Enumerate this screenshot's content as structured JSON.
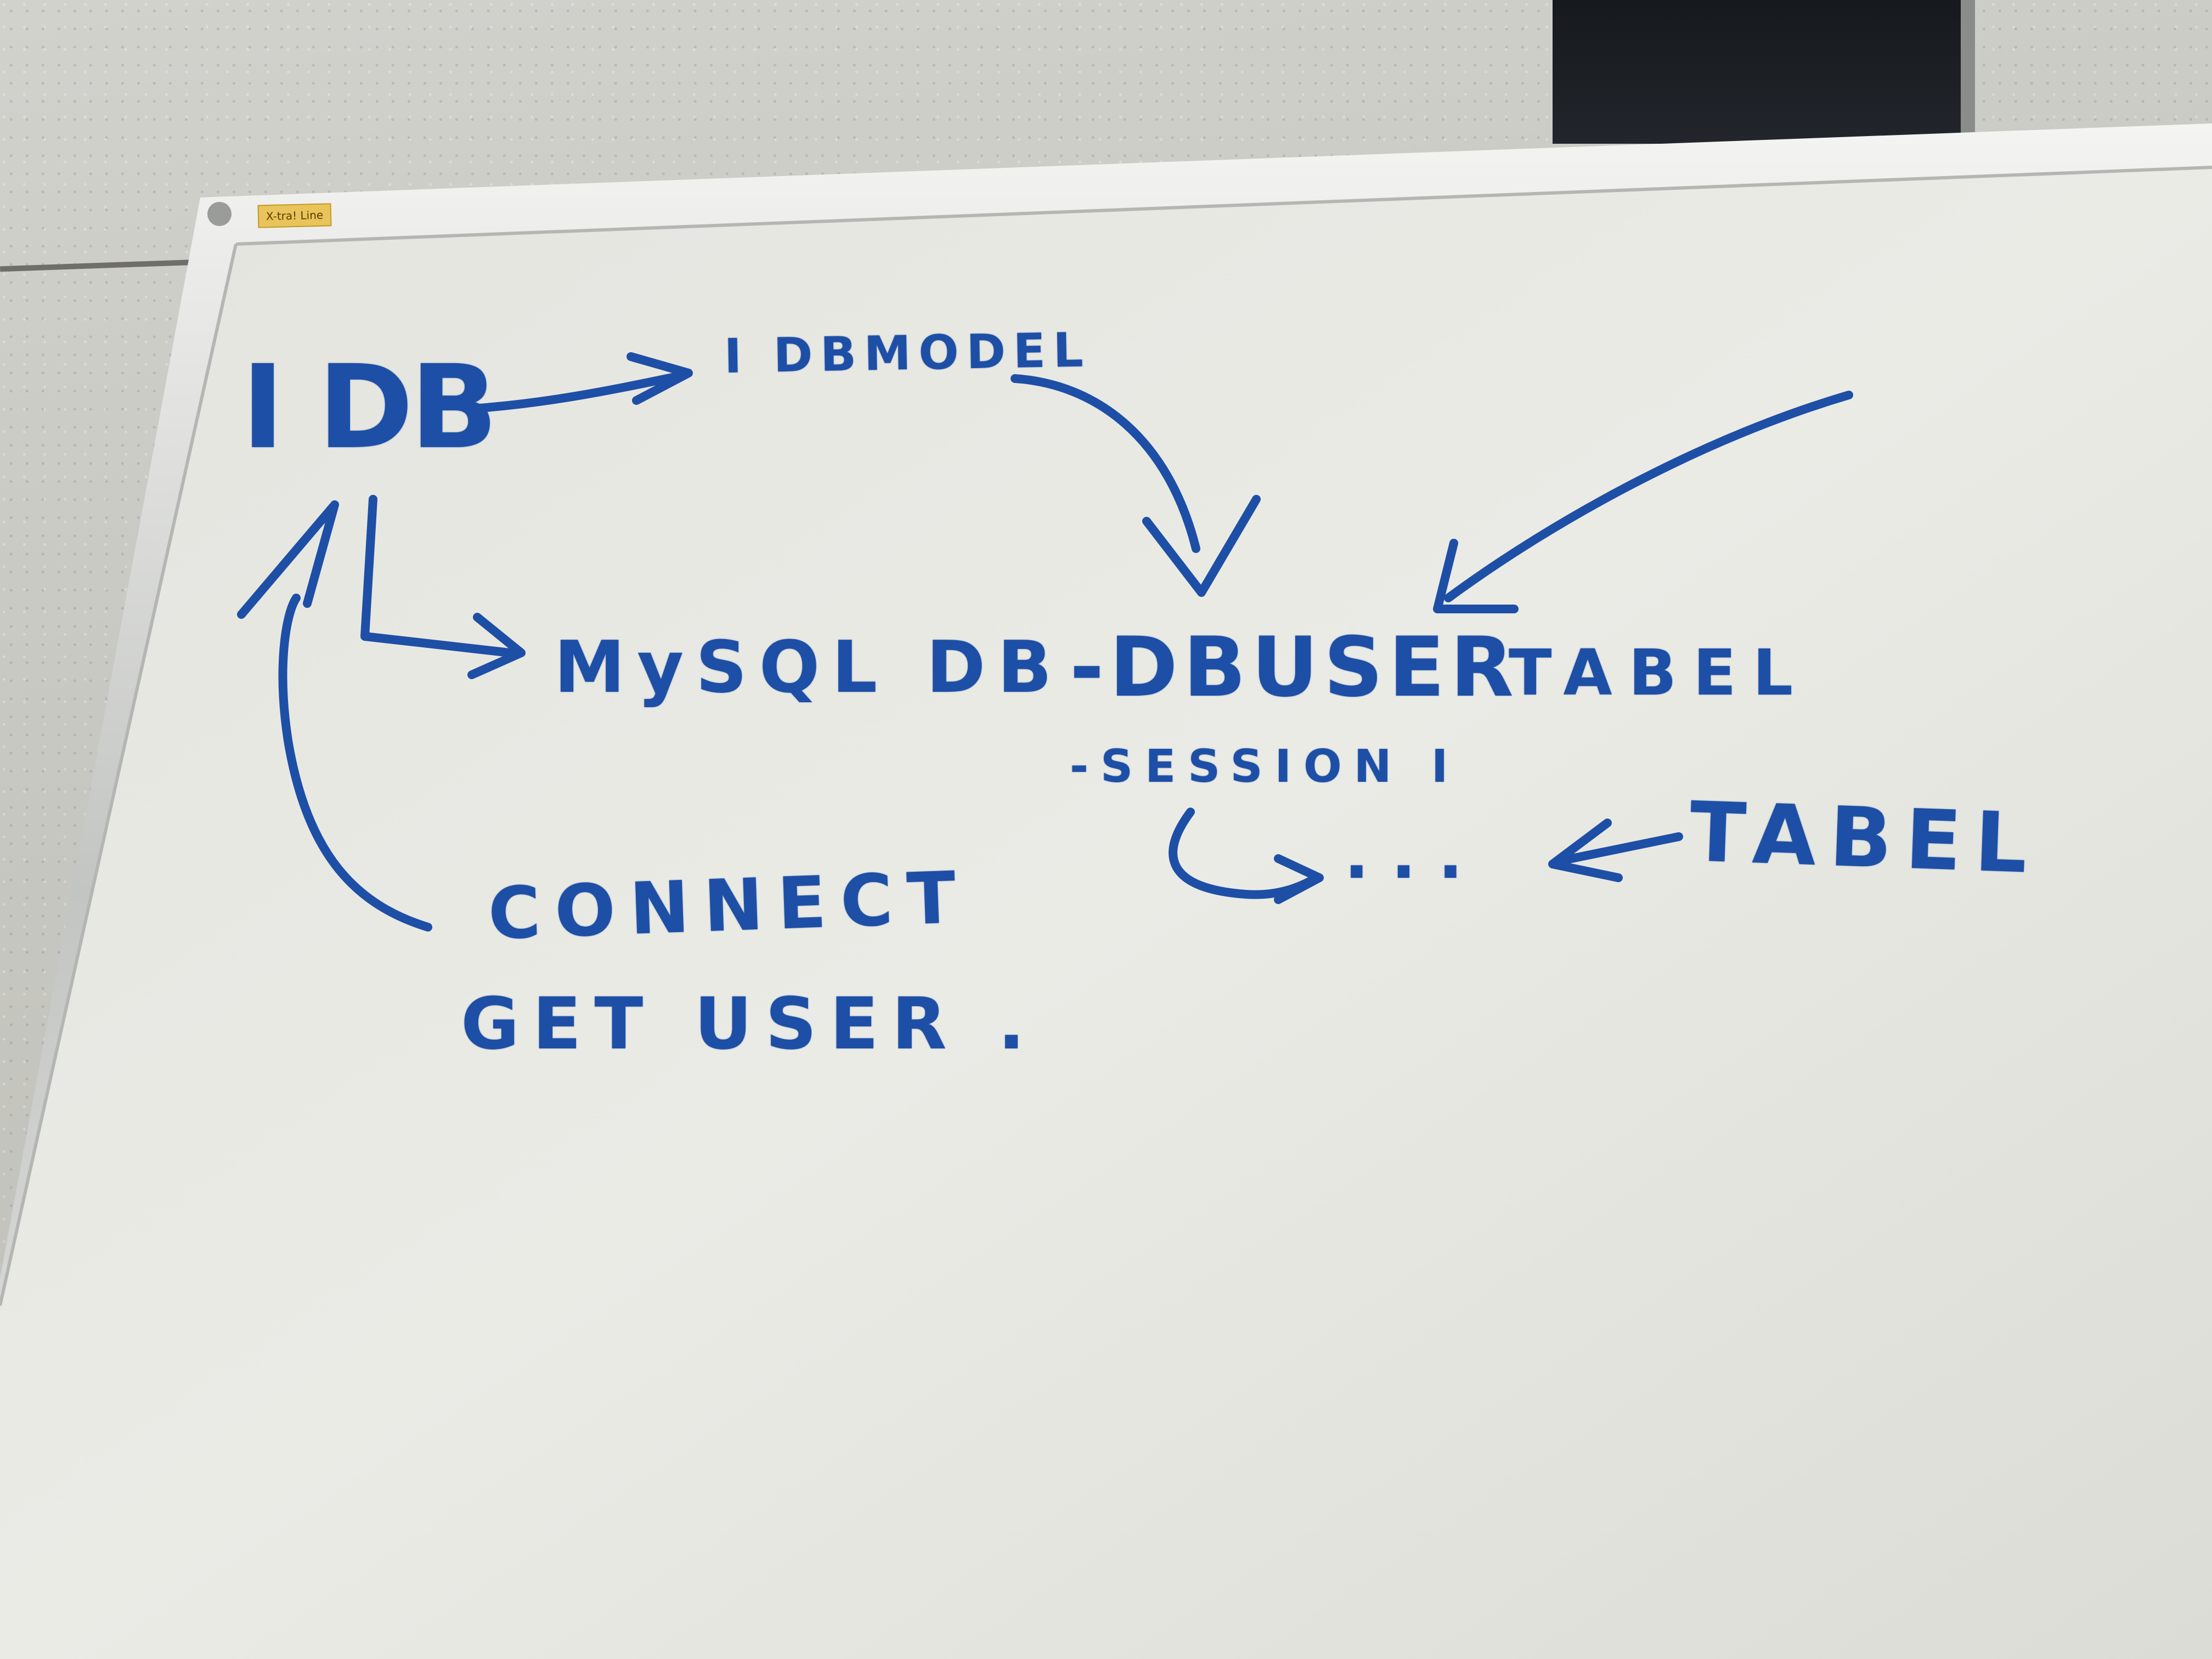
{
  "whiteboard": {
    "notes": {
      "idb": "I DB",
      "idbmodel": "I DBMODEL",
      "mysqldb": "MySQL DB",
      "dbusertable": "-DBUSER",
      "tabel_1": "TABEL",
      "session": "-SESSION I",
      "ellipsis": "...",
      "tabel_2": "TABEL",
      "connect": "CONNECT",
      "getuser": "GET USER ."
    },
    "sticker": "X-tra! Line"
  },
  "colors": {
    "ink": "#1e4fa6",
    "board": "#e9e9e4",
    "frame": "#d8d9d7",
    "ceiling": "#c9c9c4",
    "vent": "#1b1f24"
  }
}
